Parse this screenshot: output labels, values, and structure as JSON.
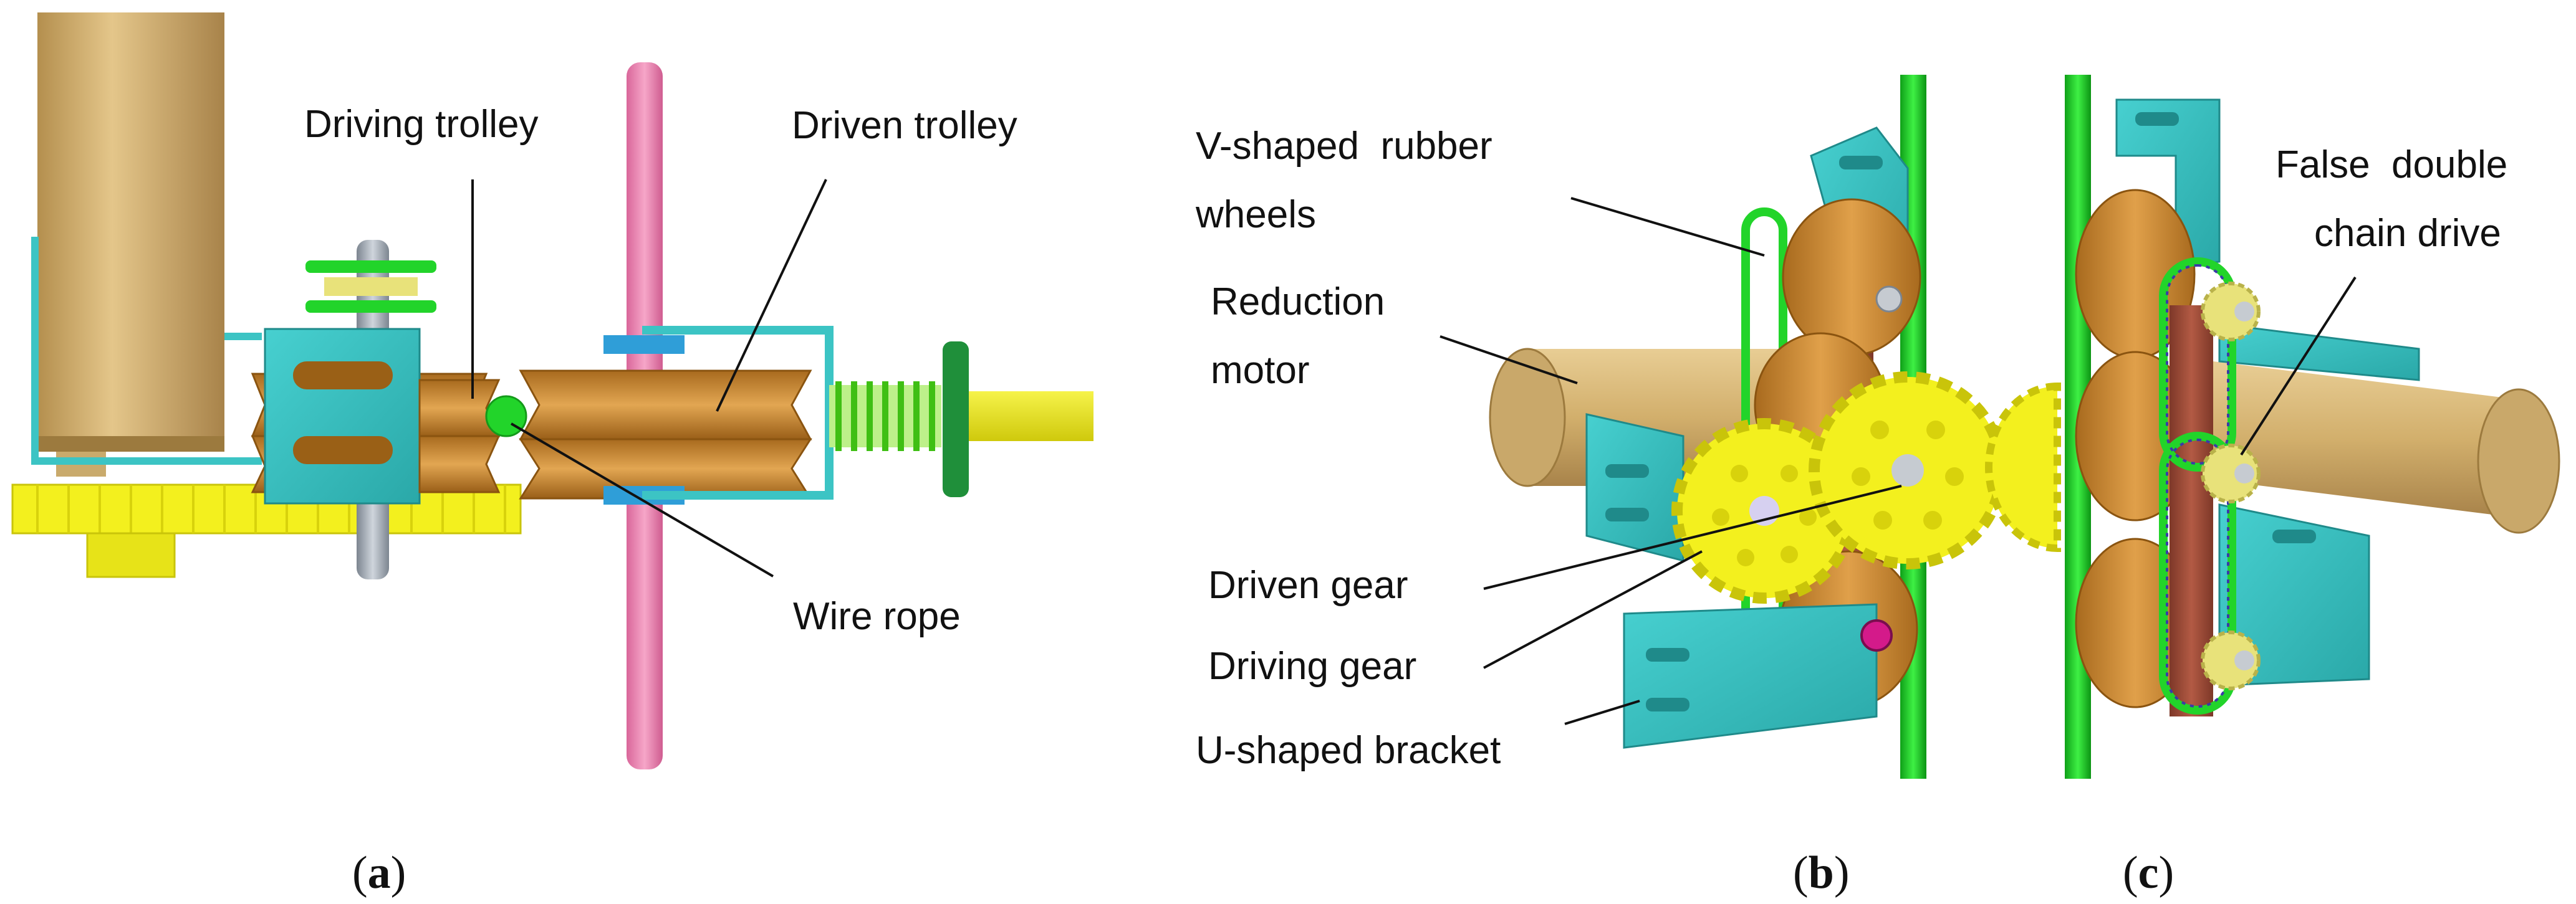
{
  "panels": {
    "a": {
      "caption_open": "(",
      "caption_letter": "a",
      "caption_close": ")",
      "labels": {
        "driving_trolley": "Driving trolley",
        "driven_trolley": "Driven trolley",
        "wire_rope": "Wire rope"
      }
    },
    "b": {
      "caption_open": "(",
      "caption_letter": "b",
      "caption_close": ")",
      "labels": {
        "v_shaped_line1": "V-shaped  rubber",
        "v_shaped_line2": "wheels",
        "reduction_line1": "Reduction",
        "reduction_line2": "motor",
        "driven_gear": "Driven gear",
        "driving_gear": "Driving gear",
        "u_bracket": "U-shaped bracket"
      }
    },
    "c": {
      "caption_open": "(",
      "caption_letter": "c",
      "caption_close": ")",
      "labels": {
        "chain_line1": "False  double",
        "chain_line2": "chain drive"
      }
    }
  },
  "colors": {
    "motor_tan": "#d8b879",
    "wheel_bronze": "#c98a2e",
    "bracket_teal": "#3cc4c4",
    "gear_yellow": "#f3f01e",
    "rope_green": "#22d42a",
    "shaft_pink": "#ef88b4",
    "steel_grey": "#a4acb6",
    "spring_green": "#5fe02a",
    "plate_brown": "#9a4a36"
  }
}
